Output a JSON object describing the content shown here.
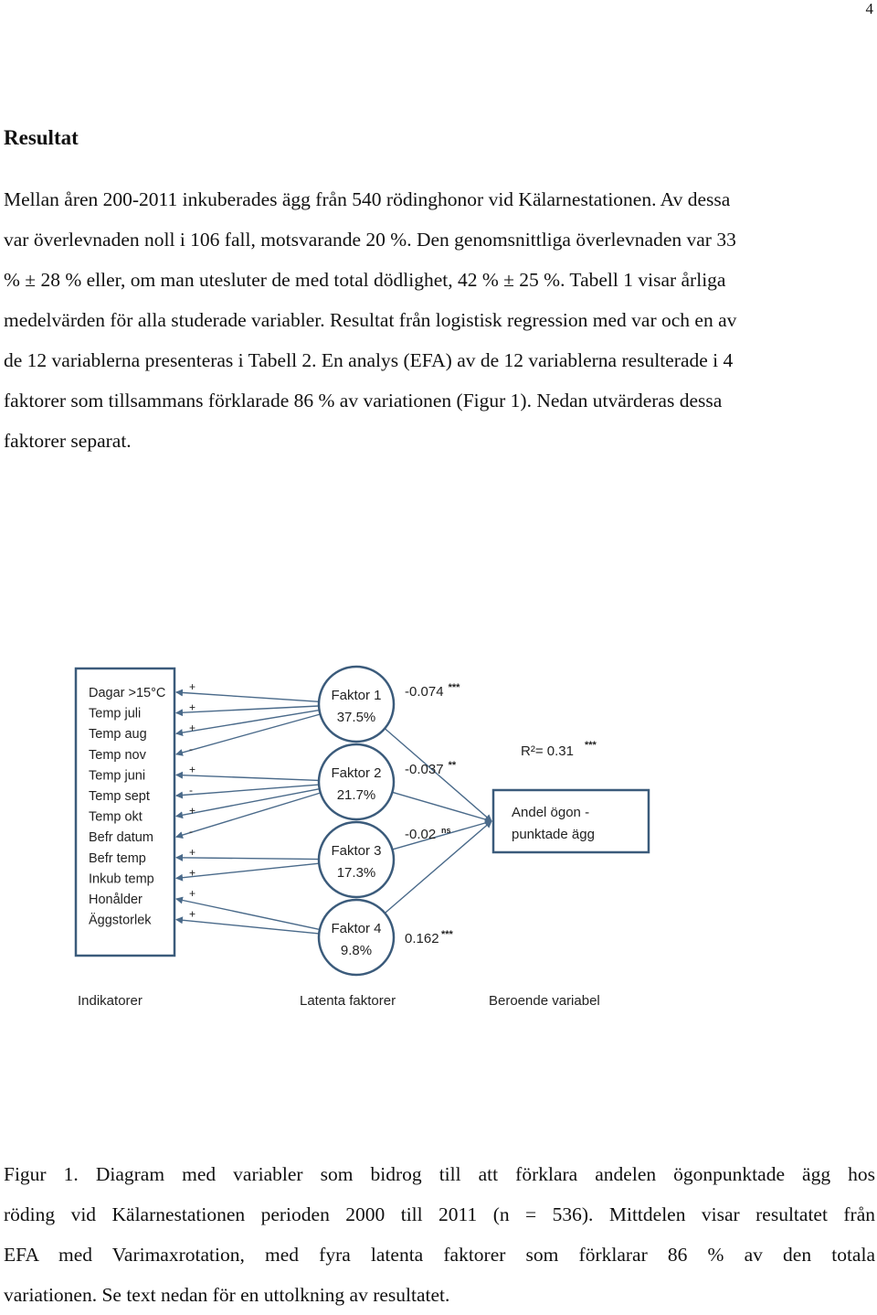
{
  "page_number": "4",
  "heading": "Resultat",
  "body_lines": [
    "Mellan åren 200-2011 inkuberades ägg från 540 rödinghonor vid Kälarnestationen. Av dessa",
    "var överlevnaden noll i 106 fall, motsvarande 20 %. Den genomsnittliga överlevnaden var 33",
    "% ± 28 % eller, om man utesluter de med total dödlighet, 42 % ± 25 %. Tabell 1 visar årliga",
    "medelvärden för alla studerade variabler. Resultat från logistisk regression med var och en av",
    "de 12 variablerna presenteras i Tabell 2. En analys (EFA) av de 12 variablerna resulterade i 4",
    "faktorer som tillsammans förklarade 86 % av variationen (Figur 1). Nedan utvärderas dessa",
    "faktorer separat."
  ],
  "figure": {
    "indicators": [
      {
        "label": "Dagar >15°C",
        "sign": "+"
      },
      {
        "label": "Temp juli",
        "sign": "+"
      },
      {
        "label": "Temp aug",
        "sign": "+"
      },
      {
        "label": "Temp nov",
        "sign": "-"
      },
      {
        "label": "Temp juni",
        "sign": "+"
      },
      {
        "label": "Temp sept",
        "sign": "-"
      },
      {
        "label": "Temp okt",
        "sign": "+"
      },
      {
        "label": "Befr datum",
        "sign": "-"
      },
      {
        "label": "Befr temp",
        "sign": "+"
      },
      {
        "label": "Inkub temp",
        "sign": "+"
      },
      {
        "label": "Honålder",
        "sign": "+"
      },
      {
        "label": "Äggstorlek",
        "sign": "+"
      }
    ],
    "factors": [
      {
        "name": "Faktor 1",
        "pct": "37.5%",
        "coef": "-0.074",
        "sig": "***"
      },
      {
        "name": "Faktor 2",
        "pct": "21.7%",
        "coef": "-0.037",
        "sig": "**"
      },
      {
        "name": "Faktor 3",
        "pct": "17.3%",
        "coef": "-0.02",
        "sig": "ns"
      },
      {
        "name": "Faktor 4",
        "pct": "9.8%",
        "coef": "0.162",
        "sig": "***"
      }
    ],
    "r2": "R²= 0.31",
    "r2_sig": "***",
    "dependent_lines": [
      "Andel ögon -",
      "punktade ägg"
    ],
    "section_labels": [
      "Indikatorer",
      "Latenta faktorer",
      "Beroende variabel"
    ]
  },
  "caption_lines": [
    "Figur 1. Diagram med variabler som bidrog till att förklara andelen ögonpunktade ägg hos",
    "röding vid Kälarnestationen perioden 2000 till 2011 (n = 536). Mittdelen visar resultatet från",
    "EFA med Varimaxrotation, med fyra latenta faktorer som förklarar 86 % av den totala",
    "variationen. Se text nedan för en uttolkning av resultatet."
  ]
}
